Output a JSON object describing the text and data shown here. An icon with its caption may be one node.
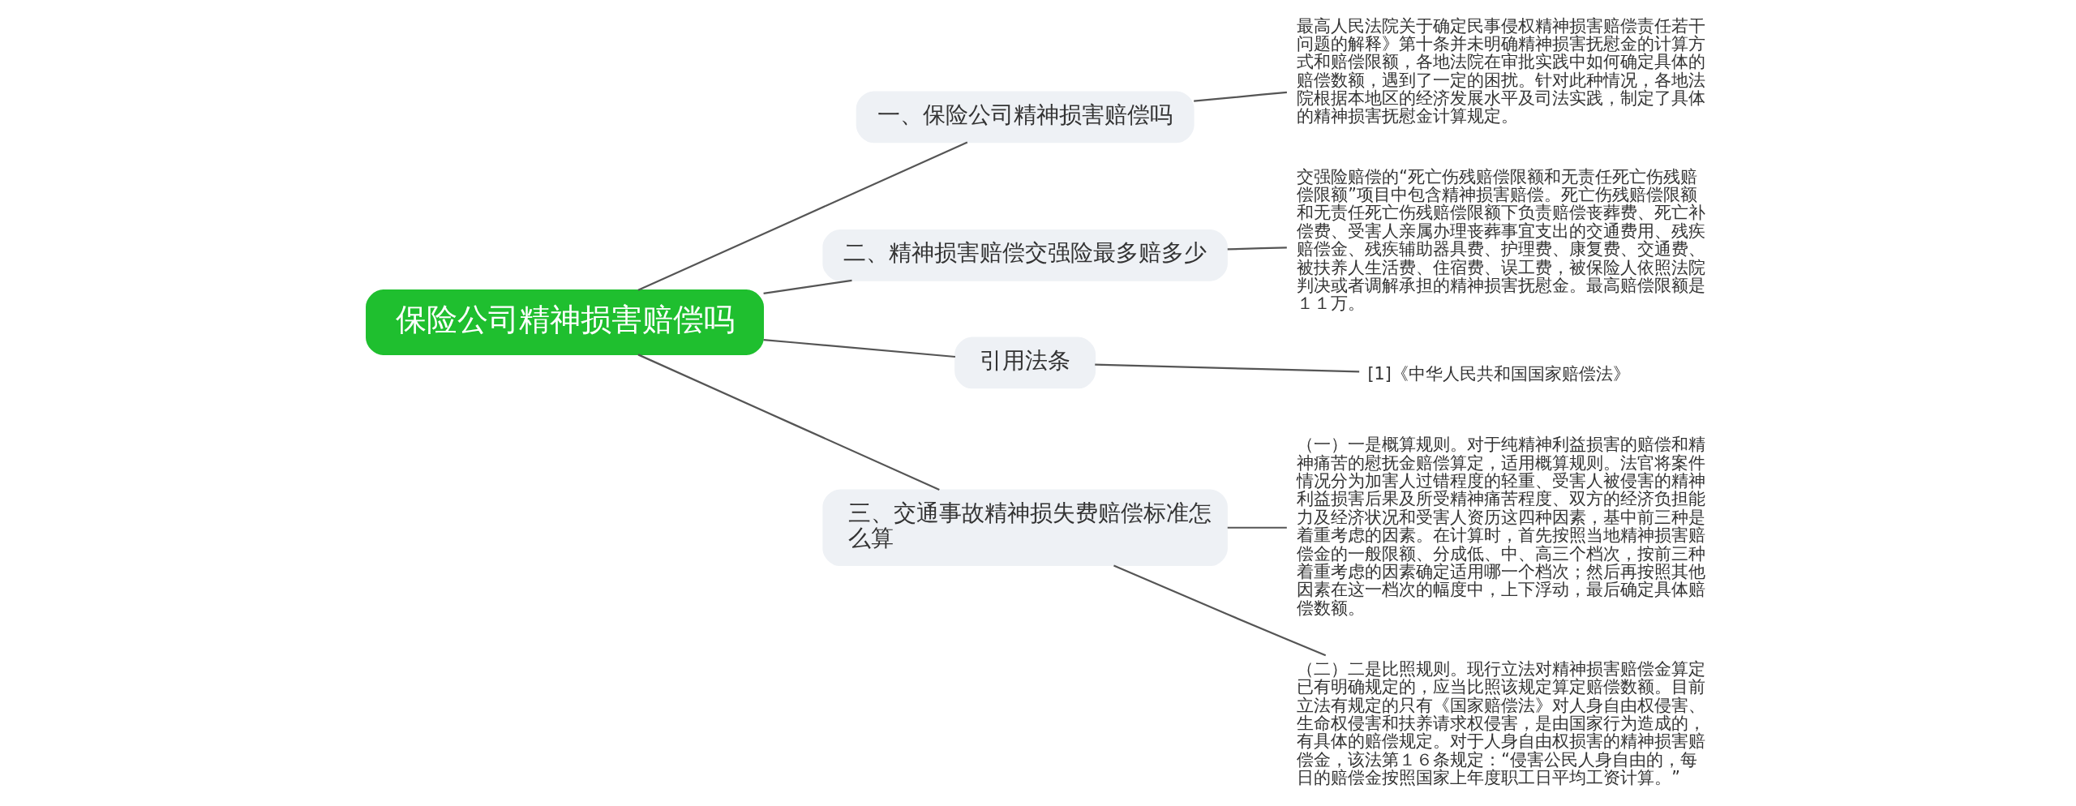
{
  "diagram": {
    "nodes": [
      {
        "text": [
          "保险公司精神损害赔偿吗"
        ]
      },
      {
        "text": [
          "一、保险公司精神损害赔偿吗"
        ]
      },
      {
        "text": [
          "最高人民法院关于确定民事侵权精神损害赔偿责任若干问题的解释》第十条并未明确精神损害抚慰金的计算方式和赔偿限额，各地法院在审批实践中如何确定具体的赔偿数额，遇到了一定的困扰。针对此种情况，各地法院根据本地区的经济发展水平及司法实践，制定了具体的精神损害抚慰金计算规定。"
        ]
      },
      {
        "text": [
          "二、精神损害赔偿交强险最多赔多少"
        ]
      },
      {
        "text": [
          "交强险赔偿的“死亡伤残赔偿限额和无责任死亡伤残赔偿限额”项目中包含精神损害赔偿。死亡伤残赔偿限额和无责任死亡伤残赔偿限额下负责赔偿丧葬费、死亡补偿费、受害人亲属办理丧葬事宜支出的交通费用、残疾赔偿金、残疾辅助器具费、护理费、康复费、交通费、被扶养人生活费、住宿费、误工费，被保险人依照法院判决或者调解承担的精神损害抚慰金。最高赔偿限额是１１万。"
        ]
      },
      {
        "text": [
          "引用法条"
        ]
      },
      {
        "text": [
          "[1]《中华人民共和国国家赔偿法》"
        ]
      },
      {
        "text": [
          "三、交通事故精神损失费赔偿标准怎么算"
        ]
      },
      {
        "text": [
          "（一）一是概算规则。对于纯精神利益损害的赔偿和精神痛苦的慰抚金赔偿算定，适用概算规则。法官将案件情况分为加害人过错程度的轻重、受害人被侵害的精神利益损害后果及所受精神痛苦程度、双方的经济负担能力及经济状况和受害人资历这四种因素，基中前三种是着重考虑的因素。在计算时，首先按照当地精神损害赔偿金的一般限额、分成低、中、高三个档次，按前三种着重考虑的因素确定适用哪一个档次；然后再按照其他因素在这一档次的幅度中，上下浮动，最后确定具体赔偿数额。"
        ]
      },
      {
        "text": [
          "（二）二是比照规则。现行立法对精神损害赔偿金算定已有明确规定的，应当比照该规定算定赔偿数额。目前立法有规定的只有《国家赔偿法》对人身自由权侵害、生命权侵害和扶养请求权侵害，是由国家行为造成的，有具体的赔偿规定。对于人身自由权损害的精神损害赔偿金，该法第１６条规定：“侵害公民人身自由的，每日的赔偿金按照国家上年度职工日平均工资计算。”"
        ]
      }
    ],
    "edges": [
      {
        "from": 0,
        "to": 1,
        "arrow": "none"
      },
      {
        "from": 1,
        "to": 2,
        "arrow": "none"
      },
      {
        "from": 0,
        "to": 3,
        "arrow": "none"
      },
      {
        "from": 3,
        "to": 4,
        "arrow": "none"
      },
      {
        "from": 0,
        "to": 5,
        "arrow": "none"
      },
      {
        "from": 5,
        "to": 6,
        "arrow": "none"
      },
      {
        "from": 0,
        "to": 7,
        "arrow": "none"
      },
      {
        "from": 7,
        "to": 8,
        "arrow": "none"
      },
      {
        "from": 7,
        "to": 9,
        "arrow": "none"
      }
    ]
  }
}
